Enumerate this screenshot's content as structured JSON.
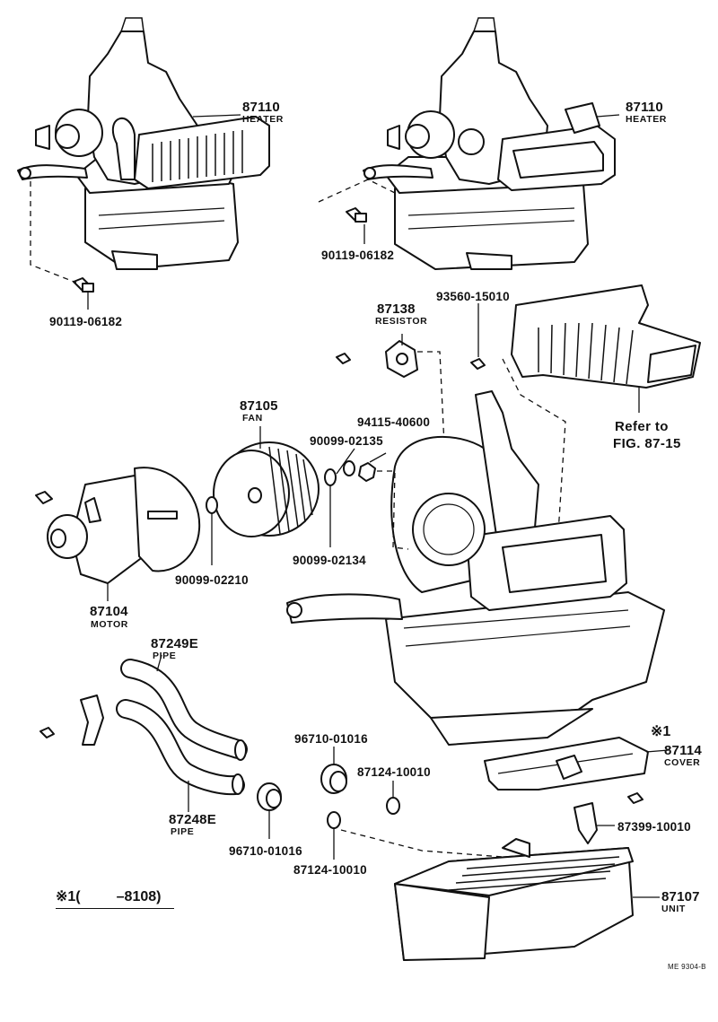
{
  "parts": {
    "heater_left": {
      "number": "87110",
      "name": "HEATER"
    },
    "heater_right": {
      "number": "87110",
      "name": "HEATER"
    },
    "bolt_left": "90119-06182",
    "bolt_right": "90119-06182",
    "resistor": {
      "number": "87138",
      "name": "RESISTOR"
    },
    "screw_resistor": "93560-15010",
    "refer": {
      "line1": "Refer to",
      "line2": "FIG. 87-15"
    },
    "fan": {
      "number": "87105",
      "name": "FAN"
    },
    "nut": "94115-40600",
    "washer_a": "90099-02135",
    "washer_b": "90099-02134",
    "washer_c": "90099-02210",
    "motor": {
      "number": "87104",
      "name": "MOTOR"
    },
    "pipe_a": {
      "number": "87249E",
      "name": "PIPE"
    },
    "pipe_b": {
      "number": "87248E",
      "name": "PIPE"
    },
    "grommet_a": "96710-01016",
    "grommet_b": "96710-01016",
    "oring_a": "87124-10010",
    "oring_b": "87124-10010",
    "cover": {
      "mark": "※1",
      "number": "87114",
      "name": "COVER"
    },
    "clamp": "87399-10010",
    "unit": {
      "number": "87107",
      "name": "UNIT"
    }
  },
  "footnote": {
    "mark": "※1(",
    "range": "–8108)"
  },
  "drawing_code": "ME 9304-B"
}
